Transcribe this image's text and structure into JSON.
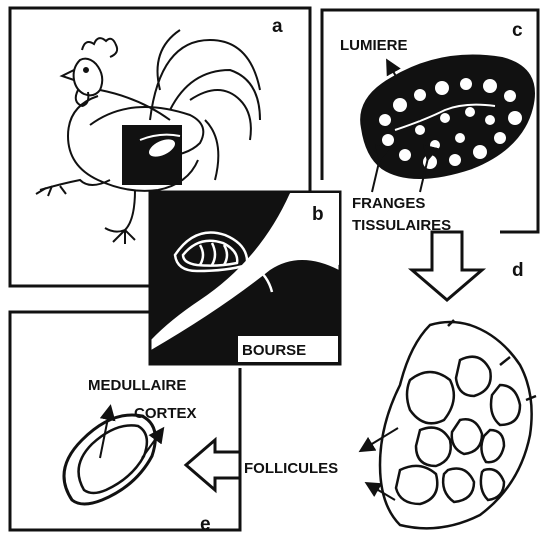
{
  "panels": {
    "a": {
      "letter": "a"
    },
    "b": {
      "letter": "b",
      "label": "BOURSE"
    },
    "c": {
      "letter": "c",
      "label_lumen": "LUMIERE",
      "label_folds_1": "FRANGES",
      "label_folds_2": "TISSULAIRES"
    },
    "d": {
      "letter": "d",
      "label": "FOLLICULES"
    },
    "e": {
      "letter": "e",
      "label_medulla": "MEDULLAIRE",
      "label_cortex": "CORTEX"
    }
  },
  "colors": {
    "ink": "#111111",
    "paper": "#ffffff"
  }
}
